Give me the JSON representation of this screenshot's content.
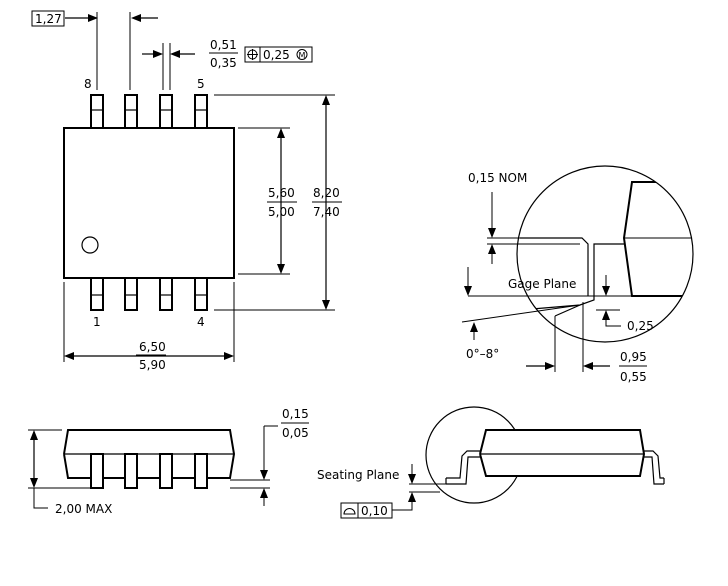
{
  "top_view": {
    "pin_pitch": "1,27",
    "lead_width_max": "0,51",
    "lead_width_min": "0,35",
    "position_tolerance": "0,25",
    "pin_8": "8",
    "pin_5": "5",
    "pin_1": "1",
    "pin_4": "4",
    "body_width_max": "5,60",
    "body_width_min": "5,00",
    "overall_width_max": "8,20",
    "overall_width_min": "7,40",
    "body_length_max": "6,50",
    "body_length_min": "5,90"
  },
  "detail_view": {
    "nom_label": "0,15 NOM",
    "gage_plane": "Gage Plane",
    "gage_height": "0,25",
    "angle_range": "0°–8°",
    "foot_length_max": "0,95",
    "foot_length_min": "0,55"
  },
  "side_view": {
    "standoff_max": "0,15",
    "standoff_min": "0,05",
    "height_max": "2,00 MAX",
    "seating_plane": "Seating Plane",
    "coplanarity": "0,10"
  }
}
